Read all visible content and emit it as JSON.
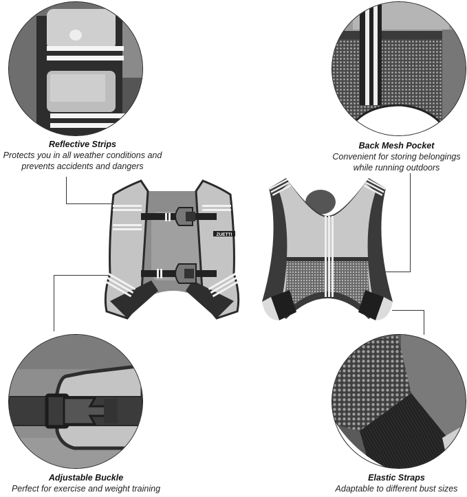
{
  "features": [
    {
      "id": "reflective-strips",
      "title": "Reflective Strips",
      "description_lines": [
        "Protects you in all weather conditions and",
        "prevents accidents and dangers"
      ]
    },
    {
      "id": "back-mesh-pocket",
      "title": "Back Mesh Pocket",
      "description_lines": [
        "Convenient for storing belongings",
        "while running outdoors"
      ]
    },
    {
      "id": "adjustable-buckle",
      "title": "Adjustable Buckle",
      "description_lines": [
        "Perfect for exercise and weight training"
      ]
    },
    {
      "id": "elastic-straps",
      "title": "Elastic Straps",
      "description_lines": [
        "Adaptable to different bust sizes"
      ]
    }
  ],
  "product": {
    "brand_label": "ZUETTI",
    "views": [
      "front-view",
      "back-view"
    ]
  },
  "colors": {
    "background": "#ffffff",
    "silver": "#c8c8c8",
    "dark_trim": "#2a2a2a",
    "gray_panel": "#8a8a8a",
    "stripe_white": "#f2f2f2"
  }
}
